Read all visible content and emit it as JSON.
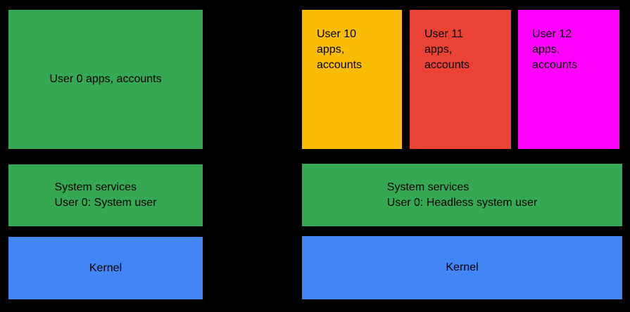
{
  "colors": {
    "background": "#000000",
    "text": "#000000",
    "green": "#34A853",
    "blue": "#4285F4",
    "yellow": "#FBBC04",
    "red": "#EA4335",
    "magenta": "#FF00FF"
  },
  "left_stack": {
    "user_apps_label": "User 0 apps, accounts",
    "system_services_label": "System services\nUser 0: System user",
    "kernel_label": "Kernel"
  },
  "right_stack": {
    "user_blocks": [
      {
        "label": "User 10\napps,\naccounts",
        "color": "#FBBC04"
      },
      {
        "label": "User 11\napps,\naccounts",
        "color": "#EA4335"
      },
      {
        "label": "User 12\napps,\naccounts",
        "color": "#FF00FF"
      }
    ],
    "system_services_label": "System services\nUser 0: Headless system user",
    "kernel_label": "Kernel"
  }
}
